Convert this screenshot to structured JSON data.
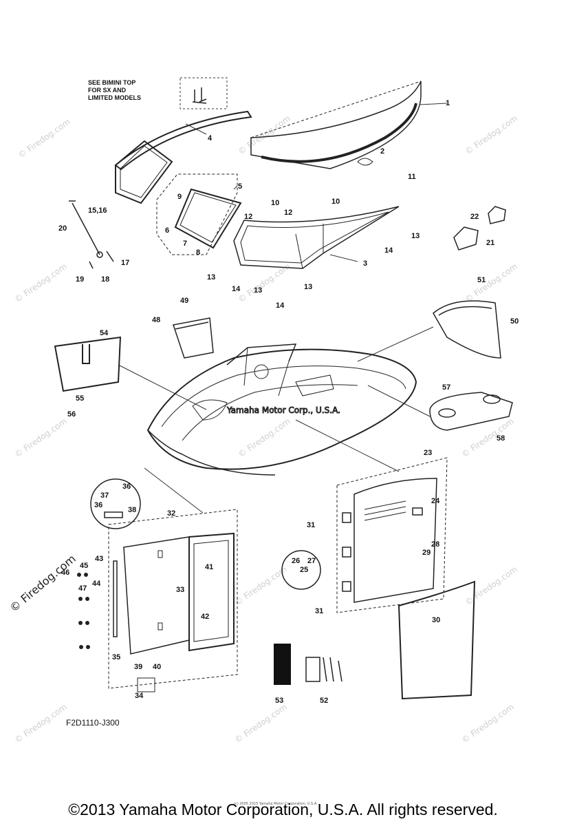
{
  "note": {
    "line1": "SEE BIMINI TOP",
    "line2": "FOR SX AND",
    "line3": "LIMITED MODELS"
  },
  "part_code": "F2D1110-J300",
  "tiny_print": "(c) 2005 2015 Yamaha Motor Corporation, U.S.A.",
  "boat_watermark": "Yamaha Motor Corp., U.S.A.",
  "copyright": "©2013 Yamaha Motor Corporation, U.S.A. All rights reserved.",
  "watermark": "© Firedog.com",
  "callouts": {
    "c1": "1",
    "c2": "2",
    "c3": "3",
    "c4": "4",
    "c5": "5",
    "c6": "6",
    "c7": "7",
    "c8": "8",
    "c9": "9",
    "c10a": "10",
    "c10b": "10",
    "c11": "11",
    "c12a": "12",
    "c12b": "12",
    "c13a": "13",
    "c13b": "13",
    "c13c": "13",
    "c13d": "13",
    "c14a": "14",
    "c14b": "14",
    "c14c": "14",
    "c1516": "15,16",
    "c17": "17",
    "c18": "18",
    "c19": "19",
    "c20": "20",
    "c21": "21",
    "c22": "22",
    "c23": "23",
    "c24": "24",
    "c25": "25",
    "c26": "26",
    "c27": "27",
    "c28": "28",
    "c29": "29",
    "c30": "30",
    "c31a": "31",
    "c31b": "31",
    "c32": "32",
    "c33": "33",
    "c34": "34",
    "c35": "35",
    "c36a": "36",
    "c36b": "36",
    "c37": "37",
    "c38": "38",
    "c39": "39",
    "c40": "40",
    "c41": "41",
    "c42": "42",
    "c43": "43",
    "c44": "44",
    "c45": "45",
    "c46": "46",
    "c47": "47",
    "c48": "48",
    "c49": "49",
    "c50": "50",
    "c51": "51",
    "c52": "52",
    "c53": "53",
    "c54": "54",
    "c55": "55",
    "c56": "56",
    "c57": "57",
    "c58": "58"
  }
}
